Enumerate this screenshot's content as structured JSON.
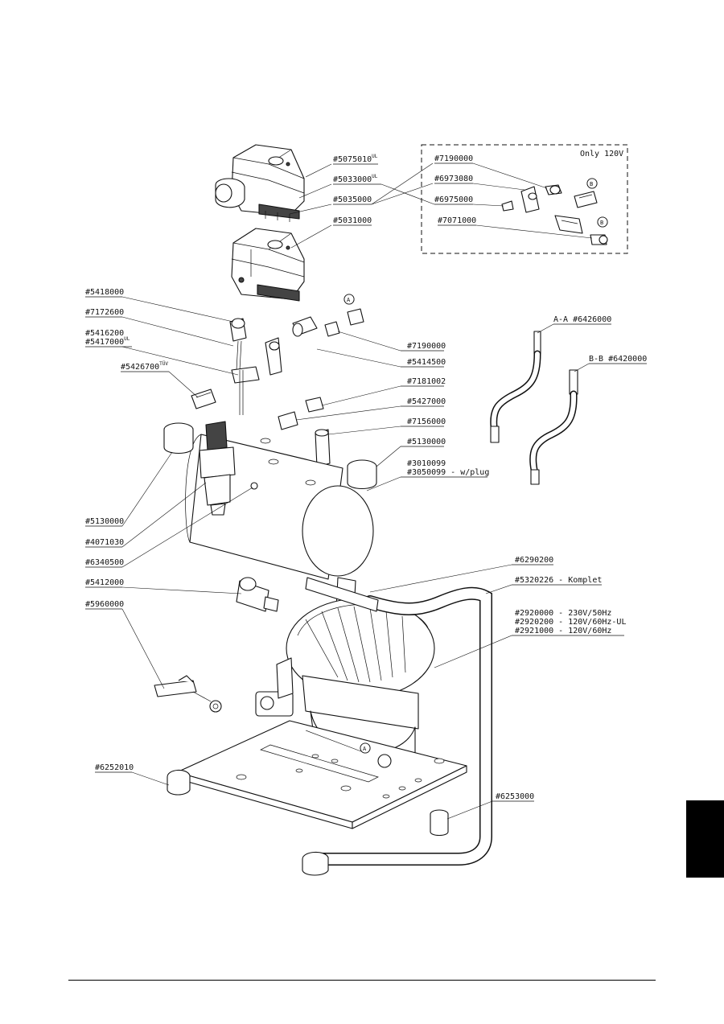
{
  "diagram": {
    "variant_box_title": "Only 120V",
    "callout_A": "A",
    "callout_B": "B",
    "labels": {
      "p5075010": {
        "text": "#5075010",
        "sup": "UL"
      },
      "p5033000": {
        "text": "#5033000",
        "sup": "UL"
      },
      "p5035000": {
        "text": "#5035000"
      },
      "p5031000": {
        "text": "#5031000"
      },
      "p7190000_top": {
        "text": "#7190000"
      },
      "p6973080": {
        "text": "#6973080"
      },
      "p6975000": {
        "text": "#6975000"
      },
      "p7071000": {
        "text": "#7071000"
      },
      "p5418000": {
        "text": "#5418000"
      },
      "p7172600": {
        "text": "#7172600"
      },
      "p5416200": {
        "text": "#5416200"
      },
      "p5417000": {
        "text": "#5417000",
        "sup": "UL"
      },
      "p5426700": {
        "text": "#5426700",
        "sup": "TÜV"
      },
      "p7190000_mid": {
        "text": "#7190000"
      },
      "p5414500": {
        "text": "#5414500"
      },
      "pAA": {
        "text": "A-A #6426000"
      },
      "pBB": {
        "text": "B-B #6420000"
      },
      "p7181002": {
        "text": "#7181002"
      },
      "p5427000": {
        "text": "#5427000"
      },
      "p7156000": {
        "text": "#7156000"
      },
      "p5130000_right": {
        "text": "#5130000"
      },
      "p3010099": {
        "text": "#3010099"
      },
      "p3050099": {
        "text": "#3050099 - w/plug"
      },
      "p5130000_left": {
        "text": "#5130000"
      },
      "p4071030": {
        "text": "#4071030"
      },
      "p6340500": {
        "text": "#6340500"
      },
      "p6290200": {
        "text": "#6290200"
      },
      "p5320226": {
        "text": "#5320226 - Komplet"
      },
      "p5412000": {
        "text": "#5412000"
      },
      "p5960000": {
        "text": "#5960000"
      },
      "p2920000": {
        "text": "#2920000 - 230V/50Hz"
      },
      "p2920200": {
        "text": "#2920200 - 120V/60Hz-UL"
      },
      "p2921000": {
        "text": "#2921000 - 120V/60Hz"
      },
      "p6252010": {
        "text": "#6252010"
      },
      "p6253000": {
        "text": "#6253000"
      }
    }
  }
}
